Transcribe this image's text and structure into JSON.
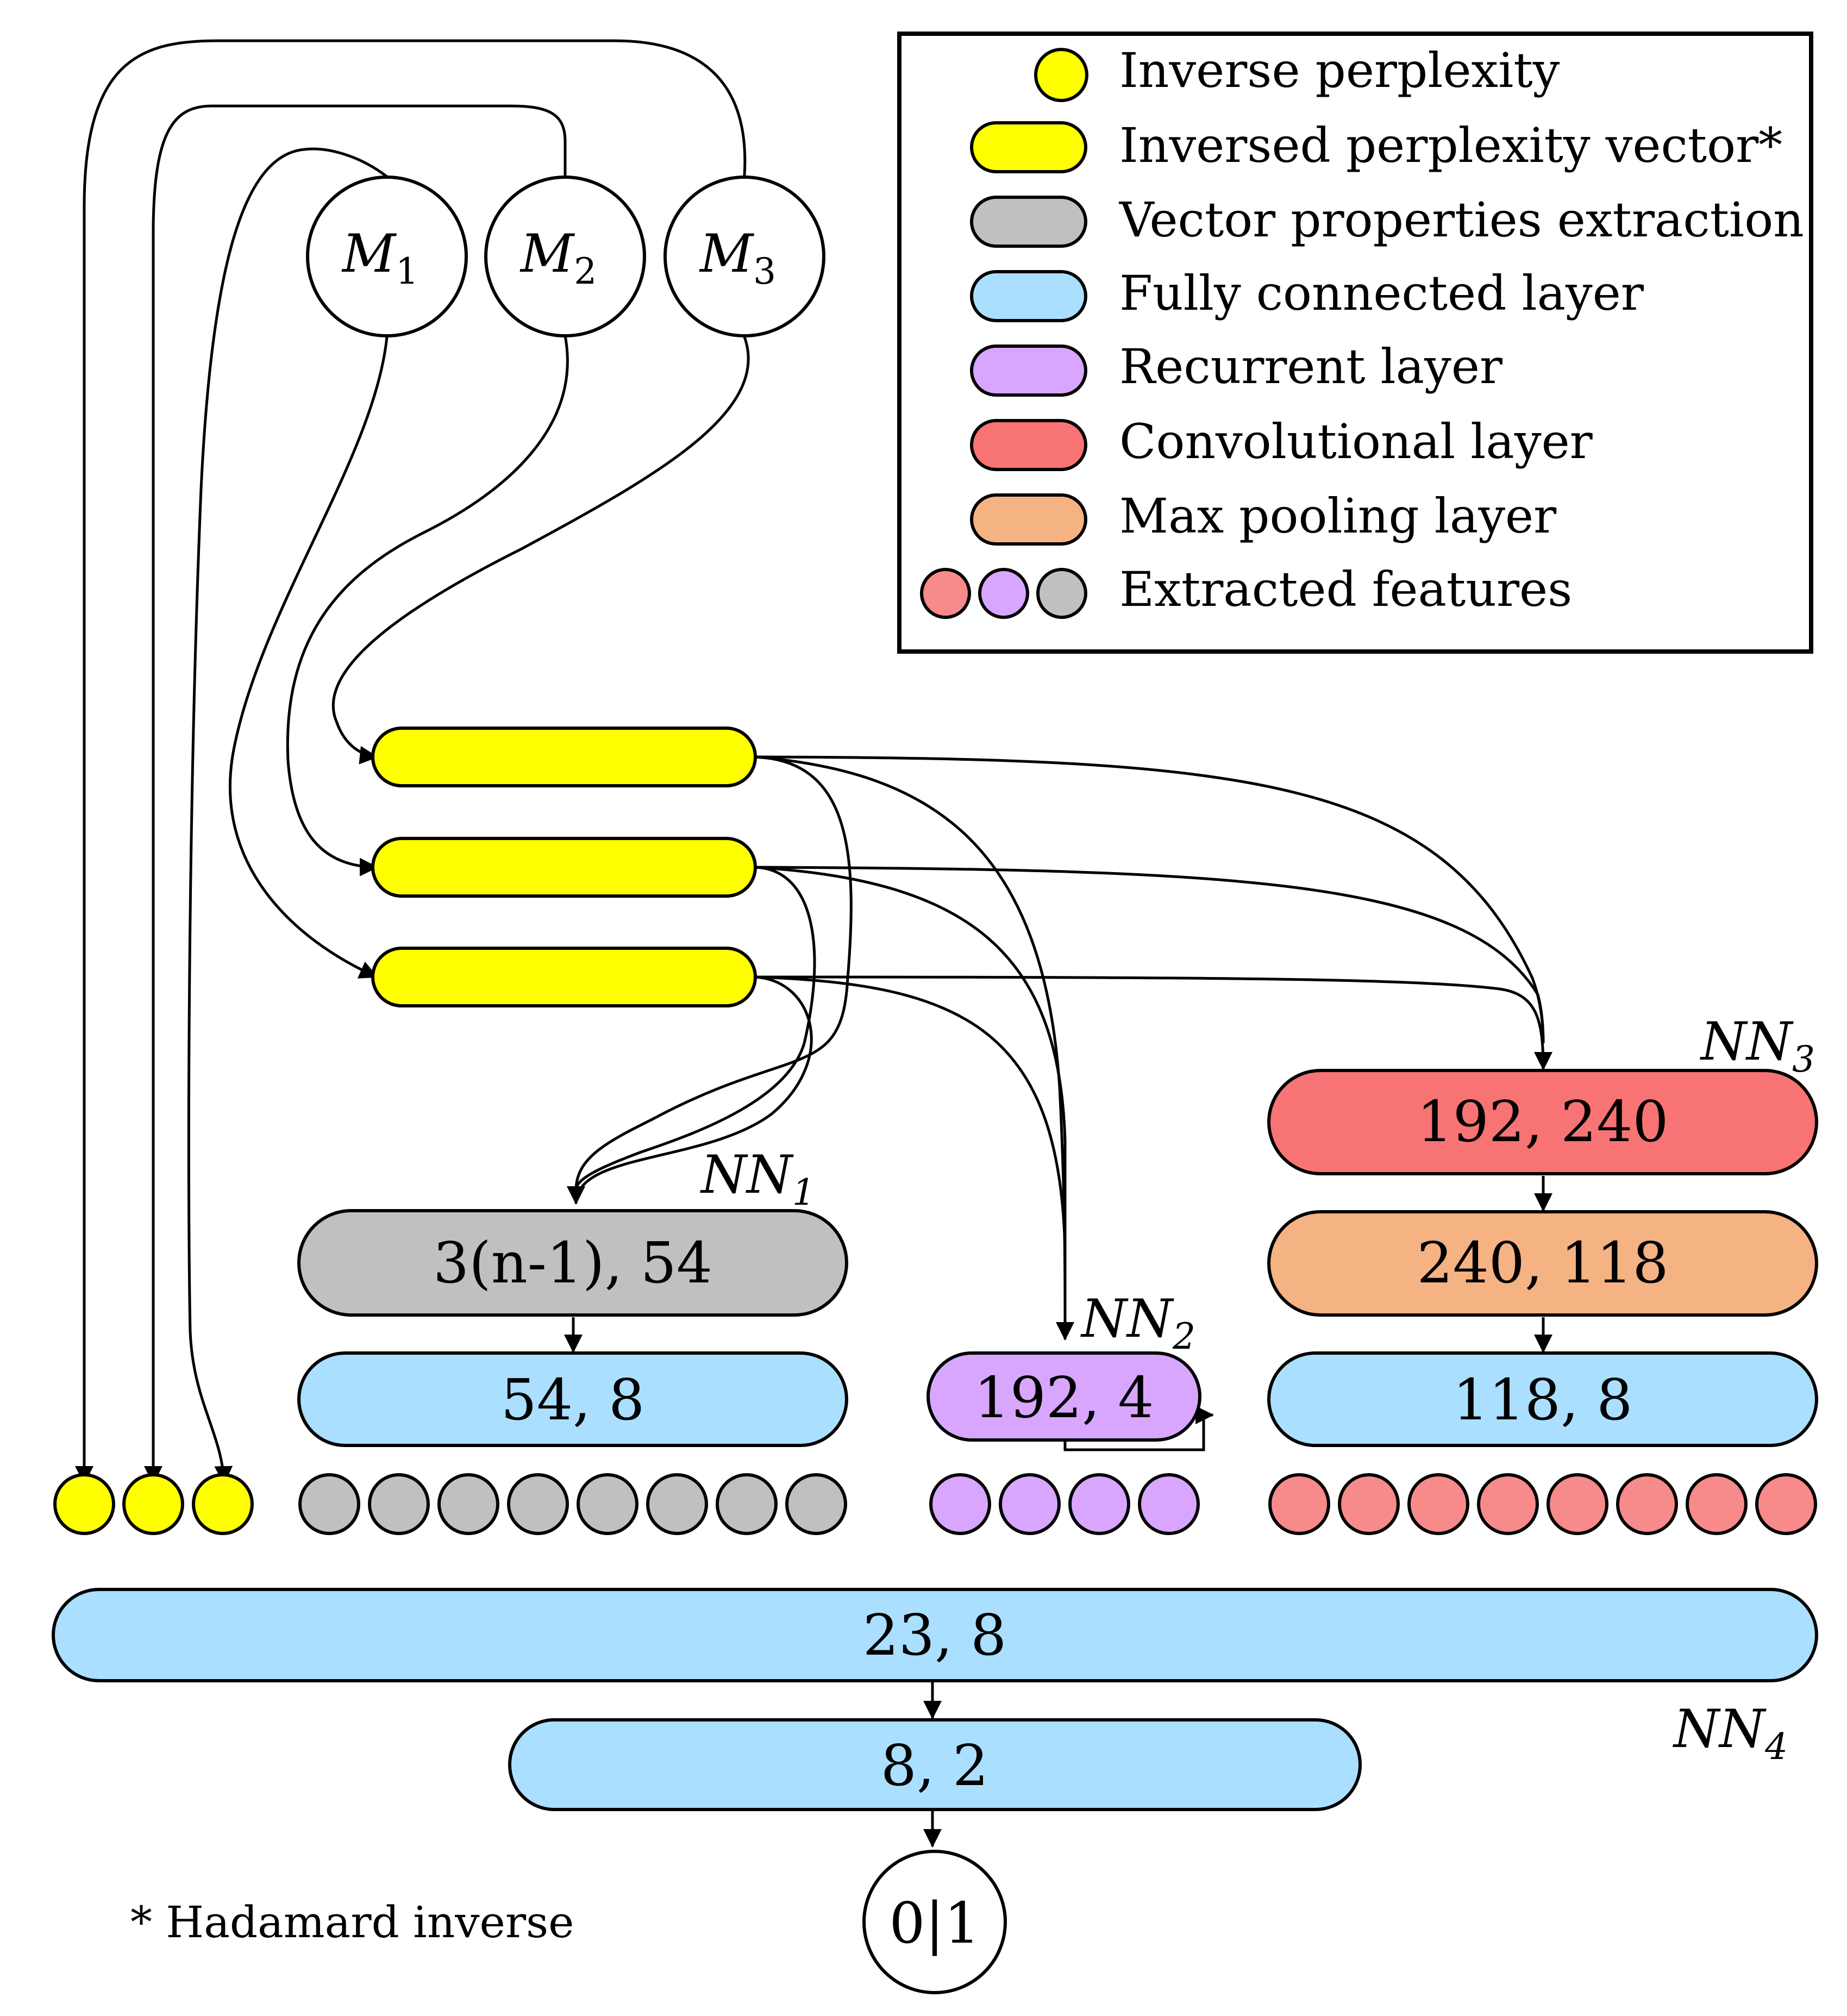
{
  "colors": {
    "yellow": "#ffff00",
    "gray": "#c0c0c0",
    "blue": "#aadfff",
    "purple": "#d9a6ff",
    "red": "#f87373",
    "orange": "#f5b283",
    "legend_extract_red": "#f78a8a"
  },
  "legend": {
    "items": [
      {
        "icon": "yellow-circle",
        "label": "Inverse perplexity"
      },
      {
        "icon": "yellow-pill",
        "label": "Inversed perplexity vector*"
      },
      {
        "icon": "gray-pill",
        "label": "Vector properties extraction"
      },
      {
        "icon": "blue-pill",
        "label": "Fully connected layer"
      },
      {
        "icon": "purple-pill",
        "label": "Recurrent layer"
      },
      {
        "icon": "red-pill",
        "label": "Convolutional layer"
      },
      {
        "icon": "orange-pill",
        "label": "Max pooling layer"
      },
      {
        "icon": "three-circles",
        "label": "Extracted features"
      }
    ]
  },
  "models": [
    {
      "base": "M",
      "sub": "1"
    },
    {
      "base": "M",
      "sub": "2"
    },
    {
      "base": "M",
      "sub": "3"
    }
  ],
  "nn1": {
    "name": "NN",
    "sub": "1",
    "props": "3(n-1), 54",
    "fc": "54, 8"
  },
  "nn2": {
    "name": "NN",
    "sub": "2",
    "rnn": "192, 4"
  },
  "nn3": {
    "name": "NN",
    "sub": "3",
    "conv": "192, 240",
    "pool": "240, 118",
    "fc": "118, 8"
  },
  "nn4": {
    "name": "NN",
    "sub": "4",
    "fc1": "23, 8",
    "fc2": "8, 2"
  },
  "output": "0|1",
  "footnote": "* Hadamard inverse"
}
